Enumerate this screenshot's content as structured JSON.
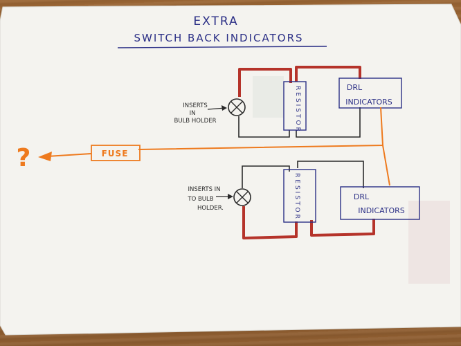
{
  "title": {
    "line1": "EXTRA",
    "line2": "SWITCH BACK INDICATORS"
  },
  "fuse_label": "FUSE",
  "output_label": "?",
  "top_circuit": {
    "resistor_label": "RESISTOR",
    "drl_line1": "DRL",
    "drl_line2": "INDICATORS",
    "note_line1": "INSERTS",
    "note_line2": "IN",
    "note_line3": "BULB HOLDER"
  },
  "bottom_circuit": {
    "resistor_label": "RESISTOR",
    "drl_line1": "DRL",
    "drl_line2": "INDICATORS",
    "note_line1": "INSERTS IN",
    "note_line2": "TO BULB",
    "note_line3": "HOLDER."
  },
  "colors": {
    "ink": "#2b2f86",
    "pencil": "#2a2a2a",
    "red_wire": "#b5332a",
    "orange_wire": "#ee7a1e"
  }
}
